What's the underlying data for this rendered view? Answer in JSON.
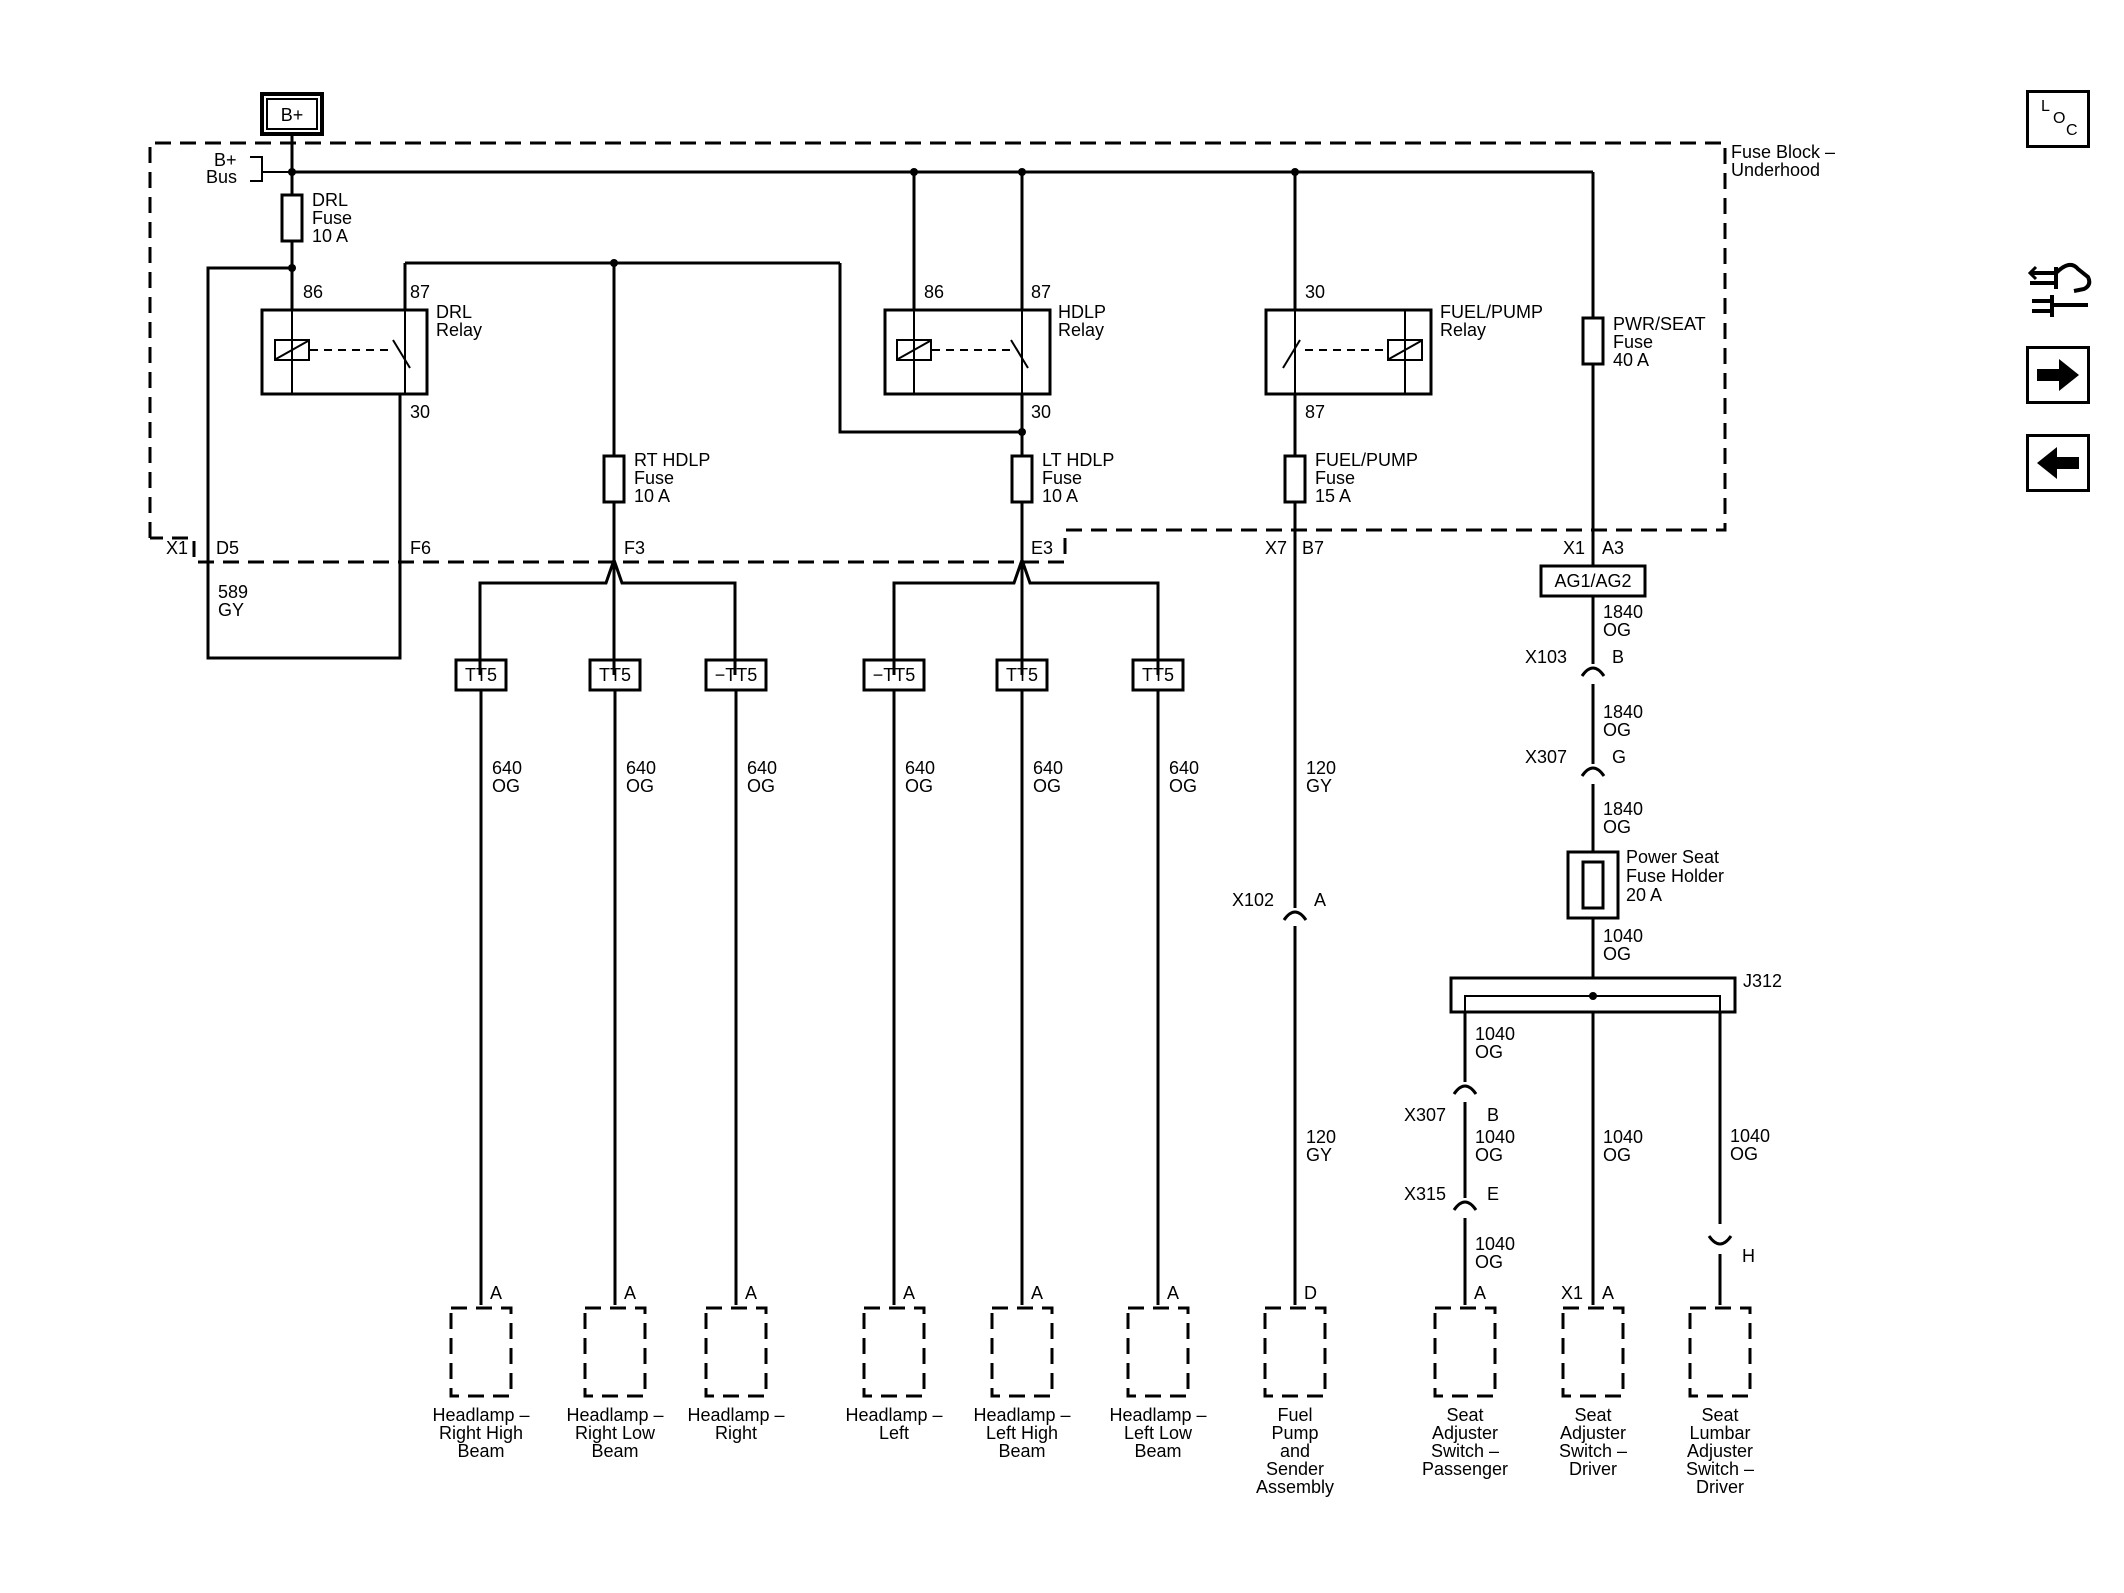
{
  "power": {
    "source": "B+",
    "bus": [
      "B+",
      "Bus"
    ]
  },
  "fuse_block": [
    "Fuse Block –",
    "Underhood"
  ],
  "fuses": {
    "drl": [
      "DRL",
      "Fuse",
      "10 A"
    ],
    "rt_hdlp": [
      "RT HDLP",
      "Fuse",
      "10 A"
    ],
    "lt_hdlp": [
      "LT HDLP",
      "Fuse",
      "10 A"
    ],
    "fuel_pump": [
      "FUEL/PUMP",
      "Fuse",
      "15 A"
    ],
    "pwr_seat": [
      "PWR/SEAT",
      "Fuse",
      "40 A"
    ],
    "power_seat_holder": [
      "Power Seat",
      "Fuse Holder",
      "20 A"
    ]
  },
  "relays": {
    "drl": {
      "label": [
        "DRL",
        "Relay"
      ],
      "pins": [
        "86",
        "87",
        "30"
      ]
    },
    "hdlp": {
      "label": [
        "HDLP",
        "Relay"
      ],
      "pins": [
        "86",
        "87",
        "30"
      ]
    },
    "fuel_pump": {
      "label": [
        "FUEL/PUMP",
        "Relay"
      ],
      "pins": [
        "30",
        "87"
      ]
    }
  },
  "connectors": {
    "x1": "X1",
    "d5": "D5",
    "f6": "F6",
    "f3": "F3",
    "e3": "E3",
    "x7": "X7",
    "b7": "B7",
    "x1_right": "X1",
    "a3": "A3",
    "ag": "AG1/AG2",
    "x103": "X103",
    "x103_pin": "B",
    "x307": "X307",
    "x307_pin": "G",
    "x102": "X102",
    "x102_pin": "A",
    "j312": "J312",
    "x307b": "X307",
    "x307b_pin": "B",
    "x315": "X315",
    "x315_pin": "E",
    "h_pin": "H"
  },
  "wires": {
    "drl_return": [
      "589",
      "GY"
    ],
    "hl": [
      "640",
      "OG"
    ],
    "fuel": [
      "120",
      "GY"
    ],
    "seat_feed": [
      "1840",
      "OG"
    ],
    "seat_branch": [
      "1040",
      "OG"
    ]
  },
  "splices": [
    "TT5",
    "TT5",
    "−TT5",
    "−TT5",
    "TT5",
    "TT5"
  ],
  "components": [
    {
      "pin": "A",
      "label": [
        "Headlamp –",
        "Right High",
        "Beam"
      ]
    },
    {
      "pin": "A",
      "label": [
        "Headlamp –",
        "Right Low",
        "Beam"
      ]
    },
    {
      "pin": "A",
      "label": [
        "Headlamp –",
        "Right"
      ]
    },
    {
      "pin": "A",
      "label": [
        "Headlamp –",
        "Left"
      ]
    },
    {
      "pin": "A",
      "label": [
        "Headlamp –",
        "Left High",
        "Beam"
      ]
    },
    {
      "pin": "A",
      "label": [
        "Headlamp –",
        "Left Low",
        "Beam"
      ]
    },
    {
      "pin": "D",
      "label": [
        "Fuel",
        "Pump",
        "and",
        "Sender",
        "Assembly"
      ]
    },
    {
      "pin": "A",
      "label": [
        "Seat",
        "Adjuster",
        "Switch –",
        "Passenger"
      ]
    },
    {
      "pin": "A",
      "prefix": "X1",
      "label": [
        "Seat",
        "Adjuster",
        "Switch –",
        "Driver"
      ]
    },
    {
      "pin": "",
      "label": [
        "Seat",
        "Lumbar",
        "Adjuster",
        "Switch –",
        "Driver"
      ]
    }
  ],
  "nav": {
    "loc": [
      "L",
      "O",
      "C"
    ],
    "icons": [
      "wiring-harness-icon",
      "next-arrow-icon",
      "previous-arrow-icon"
    ]
  }
}
